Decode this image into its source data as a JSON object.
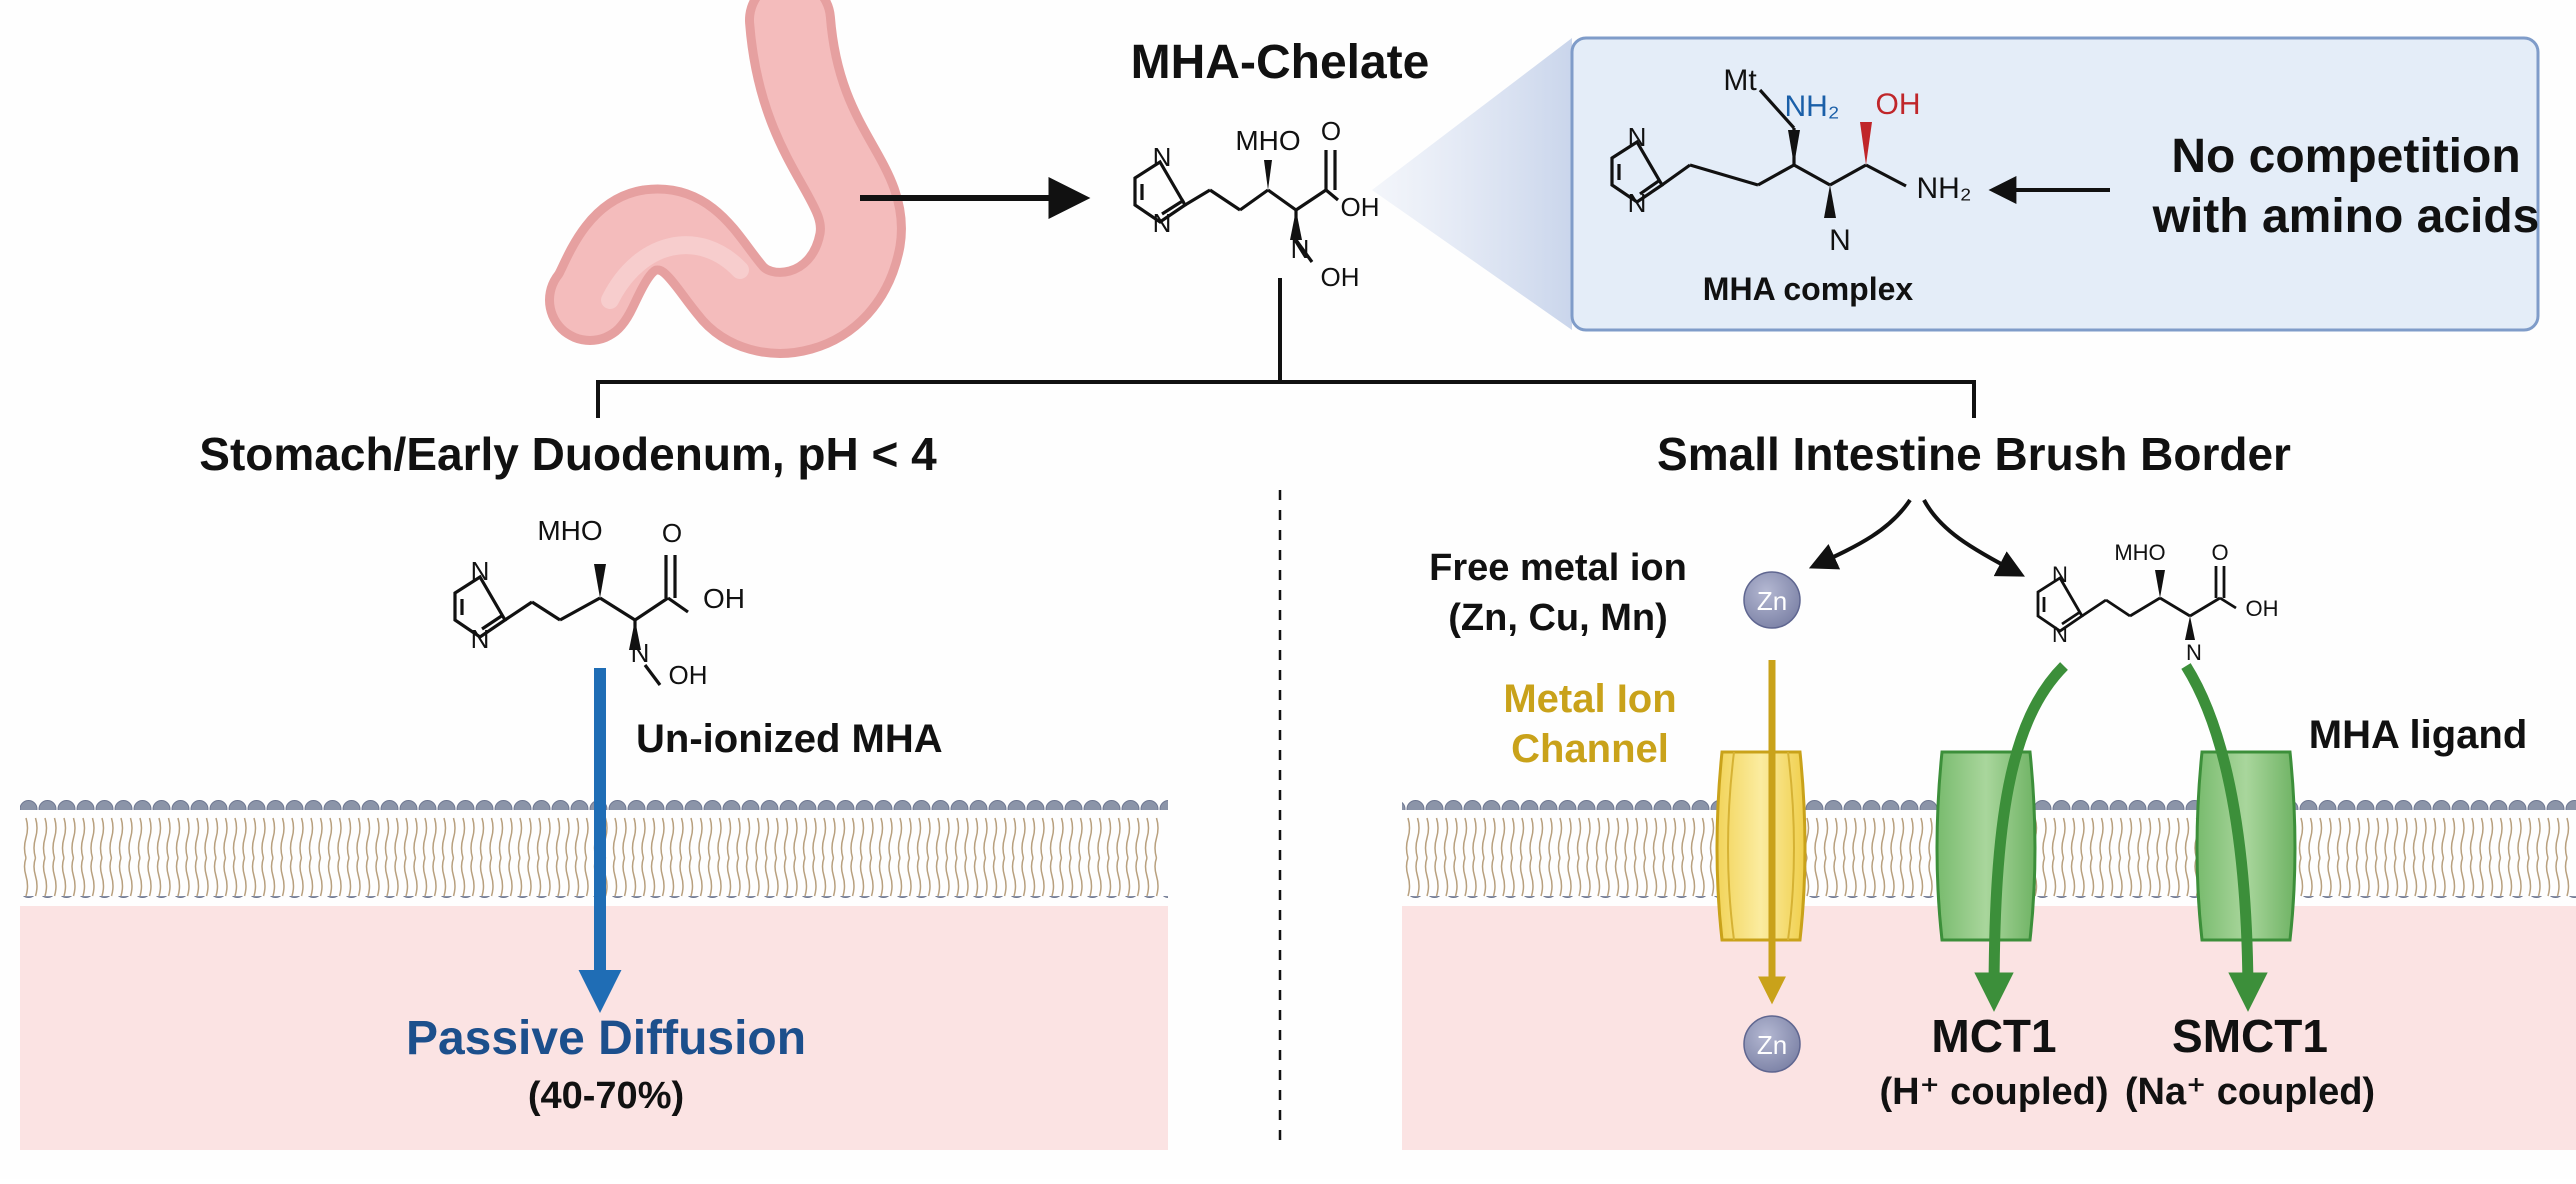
{
  "top": {
    "title": "MHA-Chelate",
    "chelate_labels": {
      "mho": "MHO",
      "carbonyl_o": "O",
      "oh": "OH",
      "n": "N",
      "n_oh": "OH"
    },
    "inset": {
      "mt": "Mt",
      "nh2_top": "NH₂",
      "oh_top": "OH",
      "nh2_right": "NH₂",
      "n_bottom": "N",
      "caption": "MHA complex",
      "note_line1": "No competition",
      "note_line2": "with amino acids"
    }
  },
  "left": {
    "heading": "Stomach/Early Duodenum, pH < 4",
    "mol_labels": {
      "mho": "MHO",
      "carbonyl_o": "O",
      "oh": "OH",
      "n": "N",
      "n_oh": "OH"
    },
    "arrow_label": "Un-ionized MHA",
    "result_title": "Passive Diffusion",
    "result_value": "(40-70%)"
  },
  "right": {
    "heading": "Small Intestine Brush Border",
    "free_ion_line1": "Free metal ion",
    "free_ion_line2": "(Zn, Cu, Mn)",
    "zn_label": "Zn",
    "mol_labels": {
      "mho": "MHO",
      "carbonyl_o": "O",
      "oh": "OH",
      "n": "N"
    },
    "channel_line1": "Metal Ion",
    "channel_line2": "Channel",
    "ligand_label": "MHA ligand",
    "mct1_title": "MCT1",
    "mct1_detail": "(H⁺ coupled)",
    "smct1_title": "SMCT1",
    "smct1_detail": "(Na⁺ coupled)"
  },
  "colors": {
    "text": "#111111",
    "blue_arrow": "#1f6db5",
    "blue_text": "#1c4f8c",
    "gold": "#c9a21a",
    "green": "#3c8f3a",
    "cytoplasm": "#fbe3e3",
    "head": "#8b94a8",
    "inset_fill": "#e4edf8",
    "inset_stroke": "#7f9cc9",
    "stomach": "#f3b6b6",
    "nitrogen_blue": "#1a5fa8",
    "oxygen_red": "#c0262a"
  },
  "icons": {
    "stomach": "stomach-illustration",
    "zn": "zinc-ion-icon",
    "channel": "channel-protein-icon"
  }
}
